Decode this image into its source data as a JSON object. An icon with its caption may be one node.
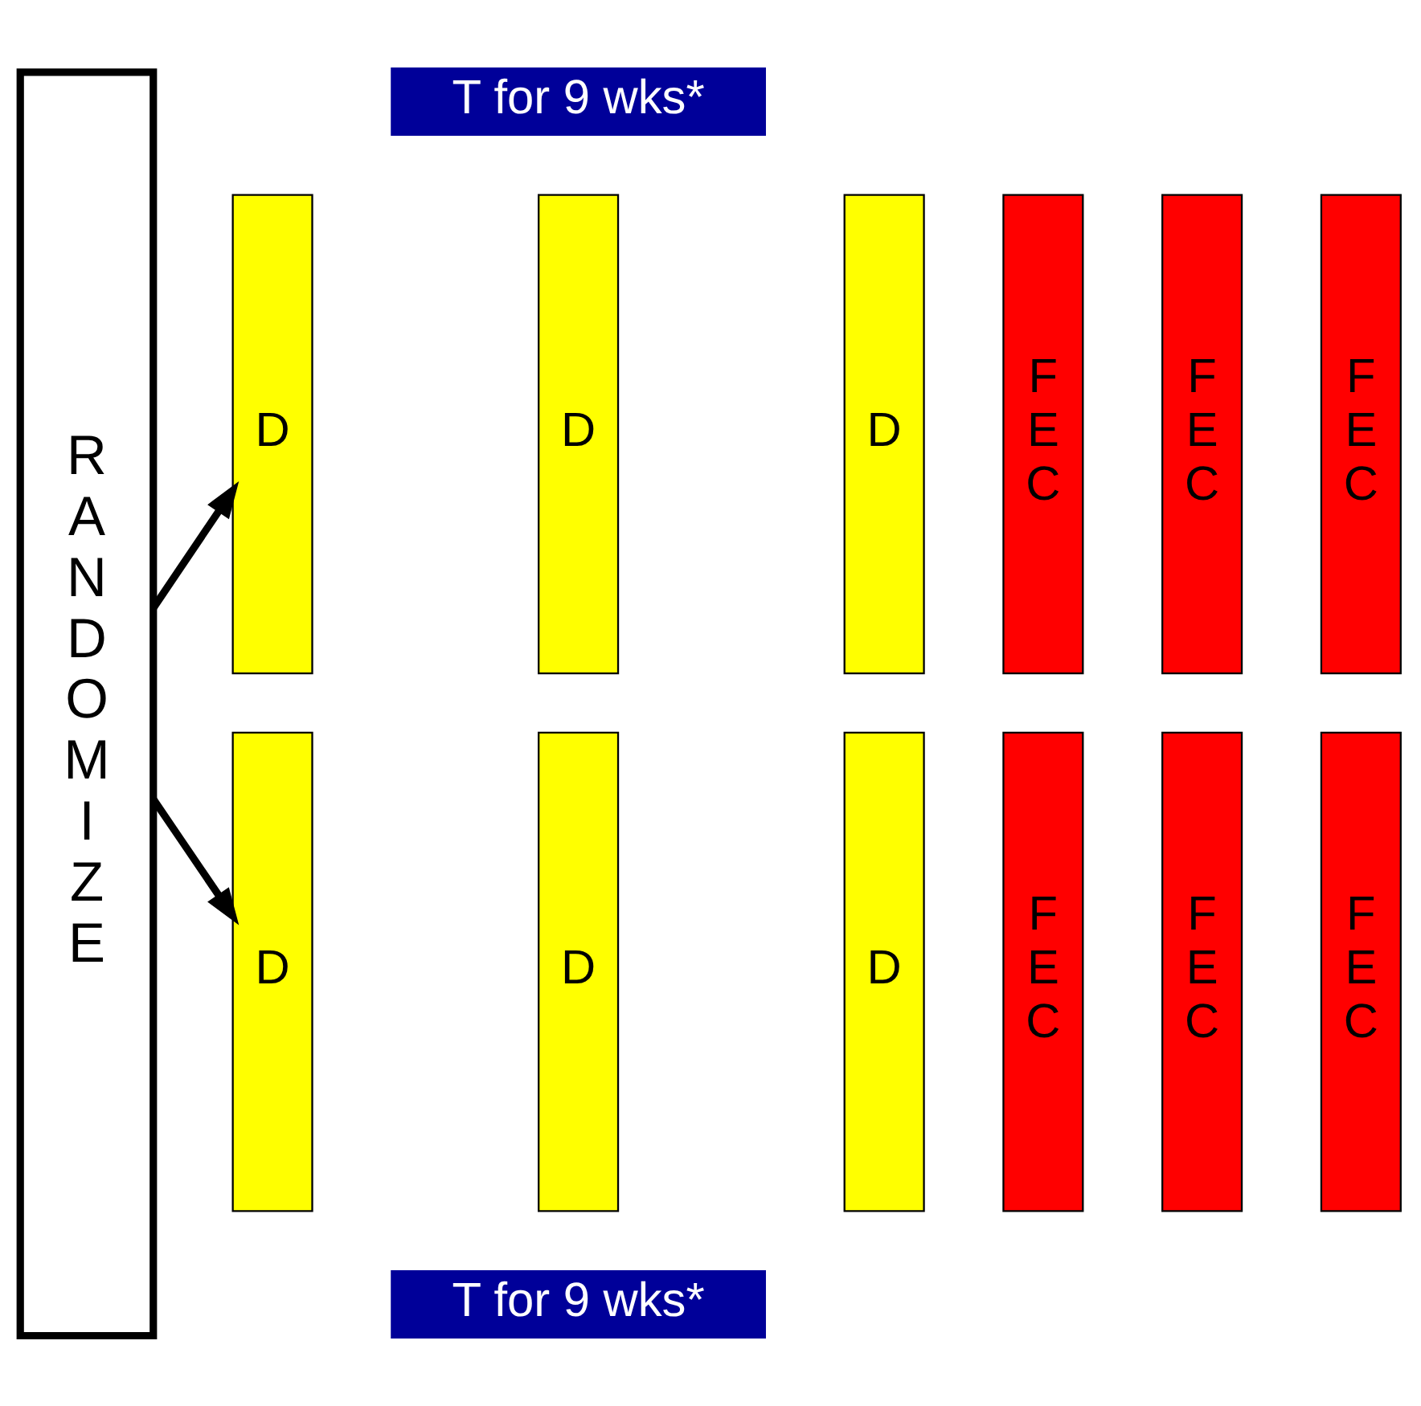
{
  "diagram": {
    "nodes": [
      {
        "text": [
          "T for 9 wks*"
        ]
      },
      {
        "text": [
          "RANDOMIZE"
        ]
      },
      {
        "text": [
          "D"
        ]
      },
      {
        "text": [
          "D"
        ]
      },
      {
        "text": [
          "D"
        ]
      },
      {
        "text": [
          "FEC"
        ]
      },
      {
        "text": [
          "FEC"
        ]
      },
      {
        "text": [
          "FEC"
        ]
      },
      {
        "text": [
          "D"
        ]
      },
      {
        "text": [
          "D"
        ]
      },
      {
        "text": [
          "D"
        ]
      },
      {
        "text": [
          "FEC"
        ]
      },
      {
        "text": [
          "FEC"
        ]
      },
      {
        "text": [
          "FEC"
        ]
      },
      {
        "text": [
          "T for 9 wks*"
        ]
      }
    ],
    "edges": [
      {
        "from": 1,
        "to": 2,
        "arrow": "to"
      },
      {
        "from": 1,
        "to": 8,
        "arrow": "to"
      }
    ]
  }
}
